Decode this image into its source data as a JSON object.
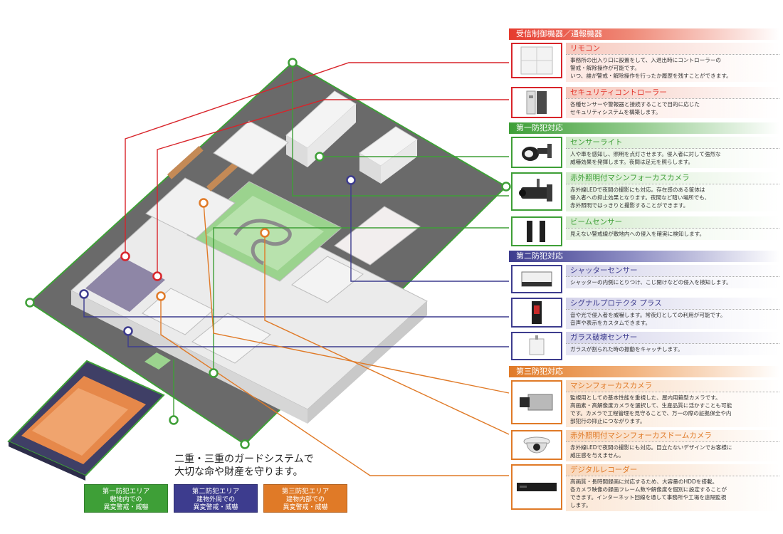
{
  "categories": {
    "receiver": "受信制御機器／通報機器",
    "first": "第一防犯対応",
    "second": "第二防犯対応",
    "third": "第三防犯対応"
  },
  "devices": {
    "remote": {
      "title": "リモコン",
      "desc": [
        "事務所の出入り口に設置をして、入退出時にコントローラーの",
        "警戒・解除操作が可能です。",
        "いつ、誰が警戒・解除操作を行ったか履歴を残すことができます。"
      ],
      "icon": "remote-control-panel-icon"
    },
    "controller": {
      "title": "セキュリティコントローラー",
      "desc": [
        "各種センサーや警報器と接続することで目的に応じた",
        "セキュリティシステムを構築します。"
      ],
      "icon": "security-controller-icon"
    },
    "sensor_light": {
      "title": "センサーライト",
      "desc": [
        "人や車を感知し、照明を点灯させます。侵入者に対して強烈な",
        "威嚇効果を発揮します。夜間は足元を照らします。"
      ],
      "icon": "sensor-light-icon"
    },
    "ir_camera": {
      "title": "赤外照明付マシンフォーカスカメラ",
      "desc": [
        "赤外線LEDで夜間の撮影にも対応。存在感のある筐体は",
        "侵入者への抑止効果となります。夜間など暗い場所でも、",
        "赤外照明ではっきりと撮影することができます。"
      ],
      "icon": "bullet-camera-icon"
    },
    "beam_sensor": {
      "title": "ビームセンサー",
      "desc": [
        "見えない警戒線が敷地内への侵入を確実に検知します。"
      ],
      "icon": "beam-sensor-icon"
    },
    "shutter_sensor": {
      "title": "シャッターセンサー",
      "desc": [
        "シャッターの内側にとりつけ、こじ開けなどの侵入を検知します。"
      ],
      "icon": "shutter-sensor-icon"
    },
    "signal_protector": {
      "title": "シグナルプロテクタ プラス",
      "desc": [
        "音や光で侵入者を威嚇します。常夜灯としての利用が可能です。",
        "音声や表示をカスタムできます。"
      ],
      "icon": "signal-protector-icon"
    },
    "glass_sensor": {
      "title": "ガラス破壊センサー",
      "desc": [
        "ガラスが割られた時の振動をキャッチします。"
      ],
      "icon": "glass-break-sensor-icon"
    },
    "box_camera": {
      "title": "マシンフォーカスカメラ",
      "desc": [
        "監視用としての基本性能を重視した、屋内用箱型カメラです。",
        "高画素・高解像度カメラを選択して、生産品質に活かすことも可能",
        "です。カメラで工程管理を見守ることで、万一の際の証拠保全や内",
        "部犯行の抑止につながります。"
      ],
      "icon": "box-camera-icon"
    },
    "dome_camera": {
      "title": "赤外照明付マシンフォーカスドームカメラ",
      "desc": [
        "赤外線LEDで夜間の撮影にも対応。目立たないデザインでお客様に",
        "威圧感を与えません。"
      ],
      "icon": "dome-camera-icon"
    },
    "recorder": {
      "title": "デジタルレコーダー",
      "desc": [
        "高画質・長時間録画に対応するため、大容量のHDDを搭載。",
        "各カメラ映像の録画フレーム数や解像度を個別に設定することが",
        "できます。インターネット回線を通して事務所や工場を遠隔監視",
        "します。"
      ],
      "icon": "digital-recorder-icon"
    }
  },
  "caption": {
    "line1": "二重・三重のガードシステムで",
    "line2": "大切な命や財産を守ります。"
  },
  "zones": {
    "first": {
      "title": "第一防犯エリア",
      "line1": "敷地内での",
      "line2": "異変警戒・威嚇"
    },
    "second": {
      "title": "第二防犯エリア",
      "line1": "建物外周での",
      "line2": "異変警戒・威嚇"
    },
    "third": {
      "title": "第三防犯エリア",
      "line1": "建物内部での",
      "line2": "異変警戒・威嚇"
    }
  },
  "colors": {
    "red": "#d8242a",
    "green": "#3e9f37",
    "purple": "#3d3c8e",
    "orange": "#e07a27",
    "ground": "#6a6a6a"
  }
}
